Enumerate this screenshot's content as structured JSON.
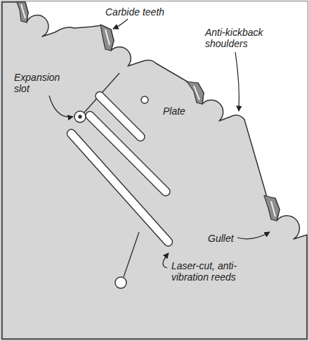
{
  "diagram": {
    "labels": [
      "Carbide teeth",
      "Anti-kickback shoulders",
      "Expansion slot",
      "Plate",
      "Gullet",
      "Laser-cut, anti-vibration reeds"
    ]
  }
}
